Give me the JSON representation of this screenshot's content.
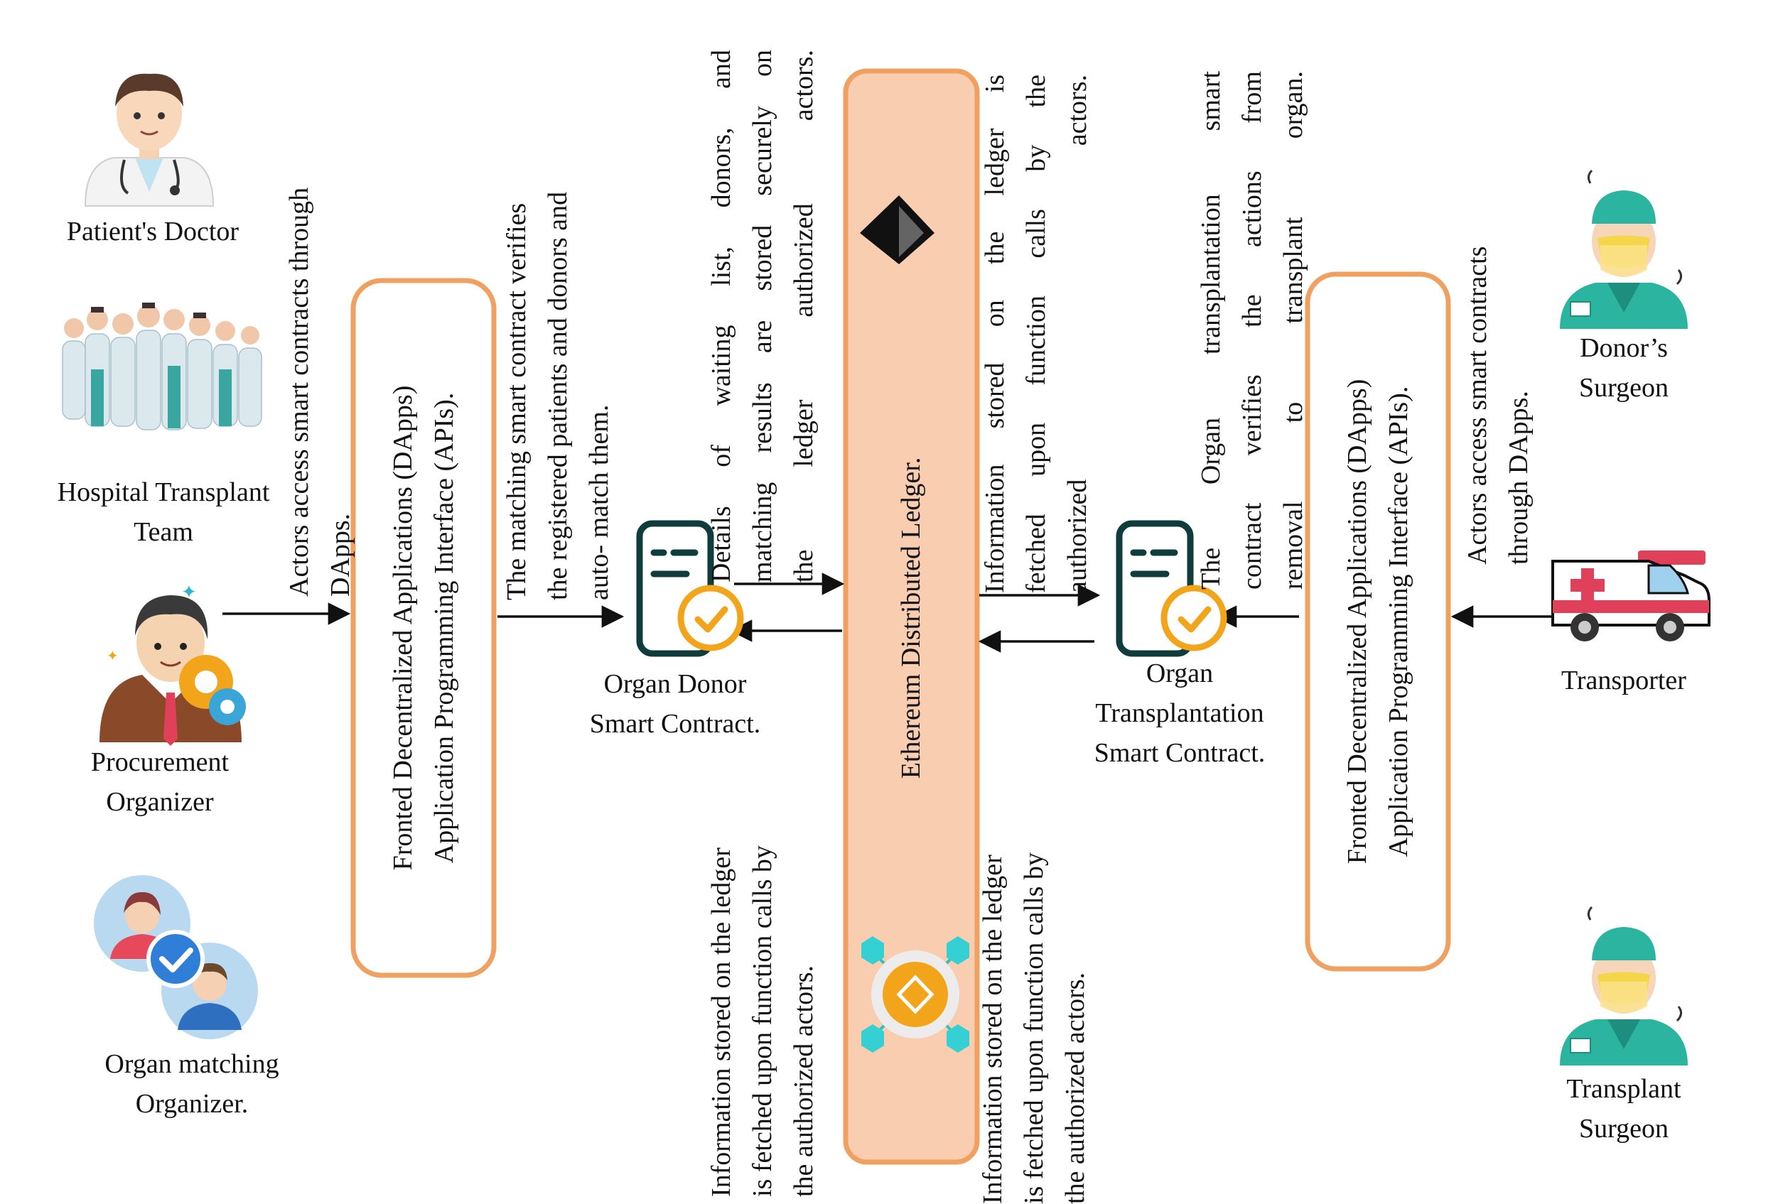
{
  "actors_left": {
    "patients_doctor": "Patient's Doctor",
    "hospital_team": [
      "Hospital Transplant",
      "Team"
    ],
    "procurement": [
      "Procurement",
      "Organizer"
    ],
    "organ_matching": [
      "Organ matching",
      "Organizer."
    ]
  },
  "actors_right": {
    "donors_surgeon": [
      "Donor’s",
      "Surgeon"
    ],
    "transporter": "Transporter",
    "transplant_surgeon": [
      "Transplant",
      "Surgeon"
    ]
  },
  "left_access_note": [
    "Actors access smart contracts through",
    "DApps."
  ],
  "right_access_note": [
    "Actors access smart contracts",
    "through DApps."
  ],
  "left_dapps_box": [
    "Fronted Decentralized Applications (DApps)",
    "Application Programming Interface (APIs)."
  ],
  "right_dapps_box": [
    "Fronted Decentralized Applications (DApps)",
    "Application Programming Interface (APIs)."
  ],
  "matching_note": [
    "The matching smart contract verifies",
    "the registered patients and donors and",
    "auto- match them."
  ],
  "organ_donor_contract": [
    "Organ Donor",
    "Smart Contract."
  ],
  "organ_transplant_contract": [
    "Organ",
    "Transplantation",
    "Smart Contract."
  ],
  "details_note": [
    "Details of waiting list, donors, and",
    "matching results are stored securely on",
    "the ledger authorized actors."
  ],
  "ledger_label": "Ethereum Distributed Ledger.",
  "info_note_top_right": [
    "Information stored on the ledger is",
    "fetched upon function calls by the",
    "authorized actors."
  ],
  "info_note_bottom_left": [
    "Information stored on the ledger",
    "is fetched upon function calls by",
    "the authorized actors."
  ],
  "info_note_bottom_right": [
    "Information stored on the ledger",
    "is fetched upon function calls by",
    "the authorized actors."
  ],
  "transplant_note": [
    "The Organ transplantation smart",
    "contract verifies the actions from",
    "removal to transplant organ."
  ],
  "colors": {
    "orange_border": "#f0a060",
    "ledger_fill": "#f9cdb0",
    "contract_dark": "#103c3c",
    "check_orange": "#f2a51a",
    "scrub_teal": "#2bb5a0"
  }
}
